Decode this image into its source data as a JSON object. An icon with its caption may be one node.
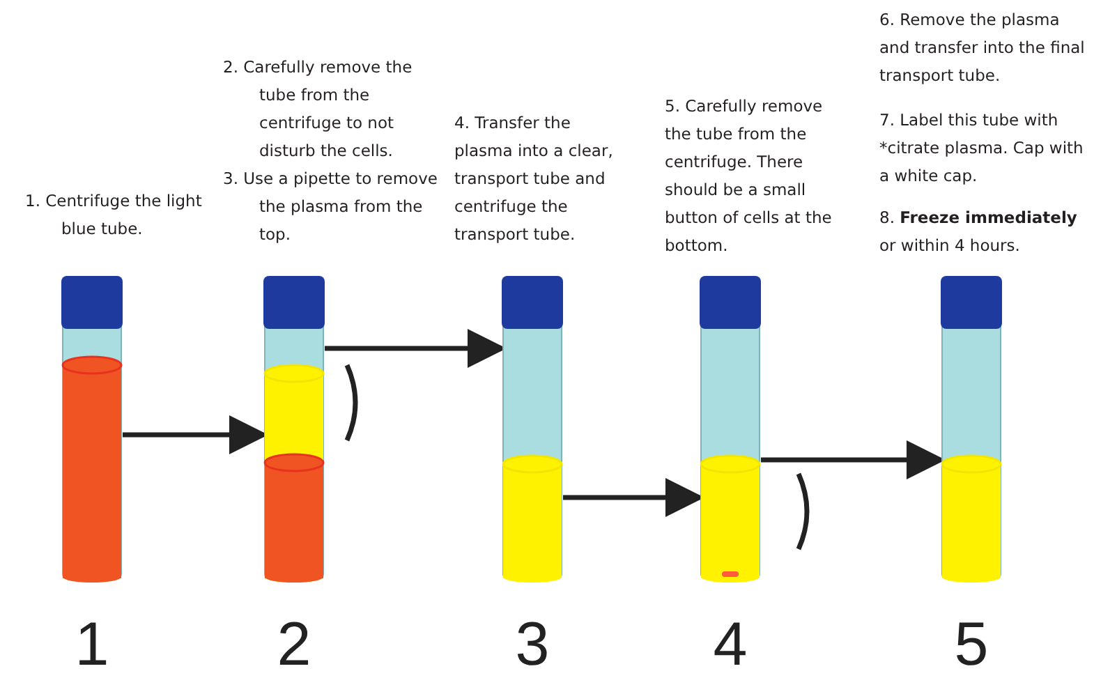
{
  "diagram": {
    "nodes": [
      {
        "text": [
          "1"
        ],
        "beside": [
          "1. Centrifuge the light blue tube."
        ]
      },
      {
        "text": [
          "2"
        ],
        "beside": [
          "2. Carefully remove the tube from the centrifuge to not disturb the cells.",
          "3. Use a pipette to remove the plasma from the top."
        ]
      },
      {
        "text": [
          "3"
        ],
        "beside": [
          "4. Transfer the plasma into a clear, transport tube and centrifuge the transport tube."
        ]
      },
      {
        "text": [
          "4"
        ],
        "beside": [
          "5. Carefully remove the tube from the centrifuge. There should be a small button of cells at the bottom."
        ]
      },
      {
        "text": [
          "5"
        ],
        "beside": [
          "6. Remove the plasma and transfer into the final transport tube.",
          "7. Label this tube with *citrate plasma. Cap with a white cap.",
          "8. **Freeze immediately** or within 4 hours."
        ]
      }
    ],
    "edges": [
      {
        "from": 0,
        "to": 1,
        "arrow": "to"
      },
      {
        "from": 1,
        "to": 2,
        "arrow": "to"
      },
      {
        "from": 2,
        "to": 3,
        "arrow": "to"
      },
      {
        "from": 3,
        "to": 4,
        "arrow": "to"
      }
    ]
  }
}
